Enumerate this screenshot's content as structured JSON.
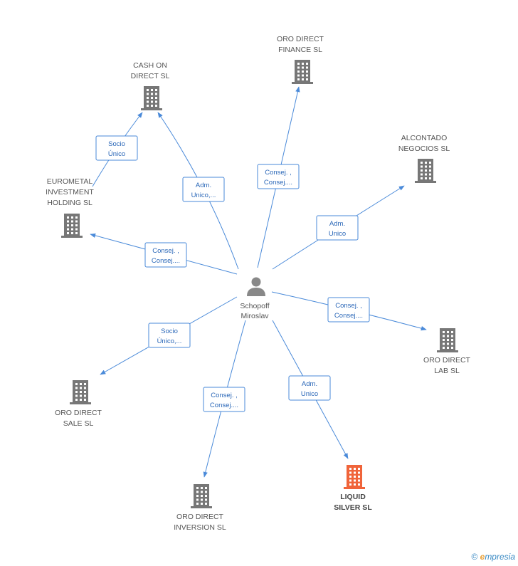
{
  "colors": {
    "edge": "#4a8ad9",
    "badge_text": "#2a67b8",
    "building": "#777777",
    "building_highlight": "#f0643a",
    "person": "#888888"
  },
  "center": {
    "name_line1": "Schopoff",
    "name_line2": "Miroslav",
    "icon": "person-icon"
  },
  "companies": [
    {
      "id": "cash-on-direct",
      "lines": [
        "CASH ON",
        "DIRECT  SL"
      ],
      "highlight": false
    },
    {
      "id": "oro-direct-finance",
      "lines": [
        "ORO DIRECT",
        "FINANCE  SL"
      ],
      "highlight": false
    },
    {
      "id": "alcontado-negocios",
      "lines": [
        "ALCONTADO",
        "NEGOCIOS SL"
      ],
      "highlight": false
    },
    {
      "id": "eurometal-investment",
      "lines": [
        "EUROMETAL",
        "INVESTMENT",
        "HOLDING SL"
      ],
      "highlight": false
    },
    {
      "id": "oro-direct-lab",
      "lines": [
        "ORO DIRECT",
        "LAB SL"
      ],
      "highlight": false
    },
    {
      "id": "oro-direct-sale",
      "lines": [
        "ORO DIRECT",
        "SALE SL"
      ],
      "highlight": false
    },
    {
      "id": "oro-direct-inversion",
      "lines": [
        "ORO DIRECT",
        "INVERSION SL"
      ],
      "highlight": false
    },
    {
      "id": "liquid-silver",
      "lines": [
        "LIQUID",
        "SILVER SL"
      ],
      "highlight": true
    }
  ],
  "relations": [
    {
      "from": "eurometal-investment",
      "to": "cash-on-direct",
      "lines": [
        "Socio",
        "Único"
      ]
    },
    {
      "from": "center",
      "to": "cash-on-direct",
      "lines": [
        "Adm.",
        "Unico,..."
      ]
    },
    {
      "from": "center",
      "to": "oro-direct-finance",
      "lines": [
        "Consej. ,",
        "Consej...."
      ]
    },
    {
      "from": "center",
      "to": "alcontado-negocios",
      "lines": [
        "Adm.",
        "Unico"
      ]
    },
    {
      "from": "center",
      "to": "eurometal-investment",
      "lines": [
        "Consej. ,",
        "Consej...."
      ]
    },
    {
      "from": "center",
      "to": "oro-direct-lab",
      "lines": [
        "Consej. ,",
        "Consej...."
      ]
    },
    {
      "from": "center",
      "to": "oro-direct-sale",
      "lines": [
        "Socio",
        "Único,..."
      ]
    },
    {
      "from": "center",
      "to": "oro-direct-inversion",
      "lines": [
        "Consej. ,",
        "Consej...."
      ]
    },
    {
      "from": "center",
      "to": "liquid-silver",
      "lines": [
        "Adm.",
        "Unico"
      ]
    }
  ],
  "brand": {
    "copyright": "©",
    "e": "e",
    "rest": "mpresia"
  }
}
